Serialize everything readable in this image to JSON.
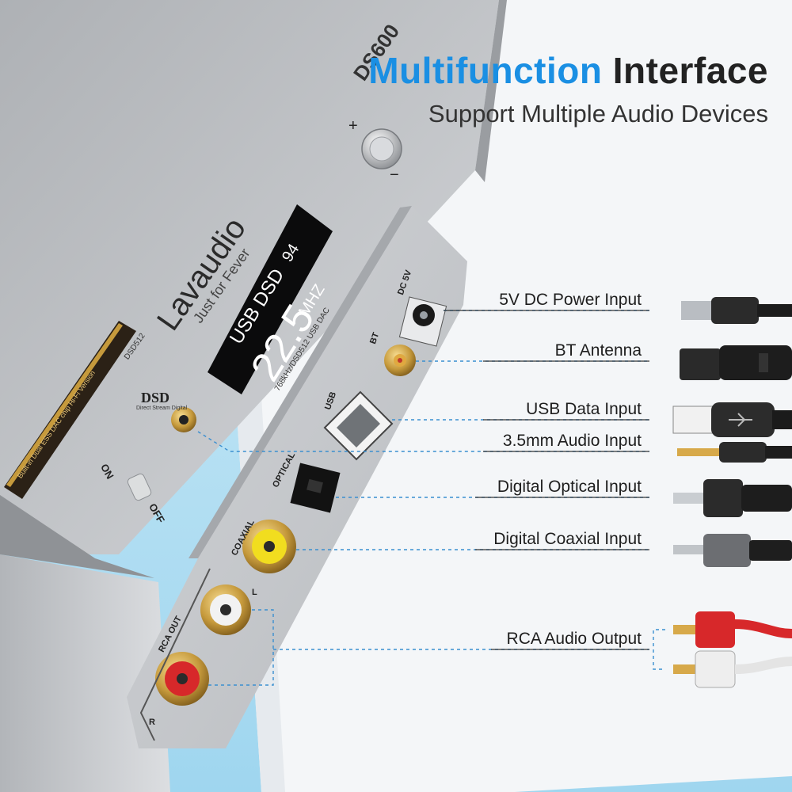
{
  "header": {
    "title_accent": "Multifunction",
    "title_main": "Interface",
    "subtitle": "Support Multiple Audio Devices"
  },
  "device": {
    "model": "DS600",
    "brand": "Lavaudio",
    "tagline": "Just for Fever",
    "display": {
      "mode": "USB DSD",
      "volume": "94",
      "rate": "22.5",
      "unit": "MHZ",
      "spec": "768kHz/DSD512 USB DAC"
    },
    "dsd_logo": "DSD",
    "dsd_sub": "Direct Stream Digital",
    "badge_line1": "Built-in Dual ESS DAC chip Hi-Fi Version",
    "badge_spec1": "DSD512",
    "switch_on": "ON",
    "switch_off": "OFF",
    "ports": {
      "dc": "DC 5V",
      "bt": "BT",
      "usb": "USB",
      "optical": "OPTICAL",
      "coaxial": "COAXIAL",
      "rca_out": "RCA OUT",
      "left": "L",
      "right": "R"
    },
    "knob_plus": "+",
    "knob_minus": "−"
  },
  "callouts": [
    {
      "label": "5V DC Power Input",
      "icon": "dc-plug-icon"
    },
    {
      "label": "BT Antenna",
      "icon": "antenna-icon"
    },
    {
      "label": "USB Data Input",
      "icon": "usb-b-cable-icon"
    },
    {
      "label": "3.5mm Audio Input",
      "icon": "jack-plug-icon"
    },
    {
      "label": "Digital Optical Input",
      "icon": "toslink-plug-icon"
    },
    {
      "label": "Digital Coaxial Input",
      "icon": "coax-plug-icon"
    },
    {
      "label": "RCA Audio Output",
      "icon": "rca-plug-icon"
    }
  ],
  "colors": {
    "accent": "#1a8fe3",
    "rca_red": "#d7282a",
    "coax_yellow": "#f1dd1f",
    "gold": "#c69a3c"
  }
}
